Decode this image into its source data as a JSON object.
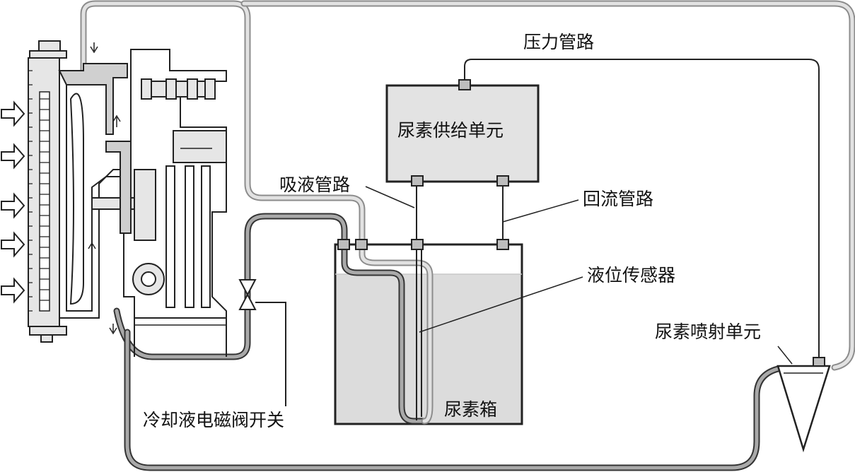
{
  "labels": {
    "pressure_line": "压力管路",
    "supply_unit": "尿素供给单元",
    "suction_line": "吸液管路",
    "return_line": "回流管路",
    "level_sensor": "液位传感器",
    "injection_unit": "尿素喷射单元",
    "urea_tank": "尿素箱",
    "coolant_valve": "冷却液电磁阀开关"
  },
  "icons": {
    "airflow": "arrow-right-outline-icon",
    "valve": "solenoid-valve-icon",
    "injector": "injector-cone-icon"
  },
  "colors": {
    "line": "#222222",
    "tank_liquid": "#dcdcdc",
    "unit_fill": "#e3e3e3",
    "port_fill": "#bdbdbd"
  }
}
